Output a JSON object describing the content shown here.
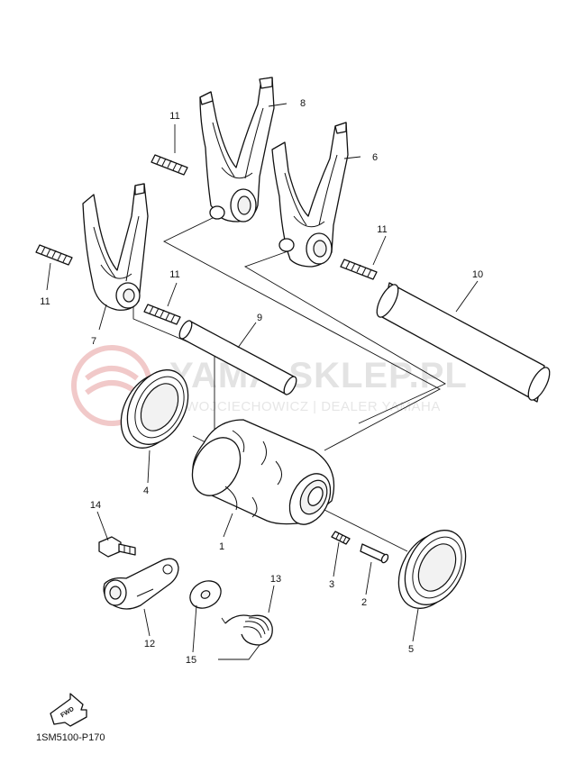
{
  "watermark": {
    "brand": "YAMA-SKLEP.PL",
    "subtitle": "WOJCIECHOWICZ | DEALER YAMAHA"
  },
  "fwd_label": "FWD",
  "document_code": "1SM5100-P170",
  "callouts": {
    "c1": "1",
    "c2": "2",
    "c3": "3",
    "c4": "4",
    "c5": "5",
    "c6": "6",
    "c7": "7",
    "c8": "8",
    "c9": "9",
    "c10": "10",
    "c11a": "11",
    "c11b": "11",
    "c11c": "11",
    "c11d": "11",
    "c12": "12",
    "c13": "13",
    "c14": "14",
    "c15": "15"
  }
}
